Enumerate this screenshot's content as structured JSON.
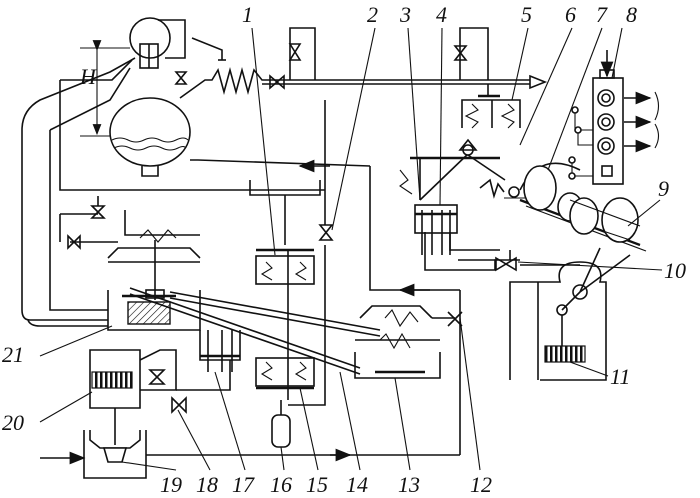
{
  "diagram": {
    "callouts": [
      "1",
      "2",
      "3",
      "4",
      "5",
      "6",
      "7",
      "8",
      "9",
      "10",
      "11",
      "12",
      "13",
      "14",
      "15",
      "16",
      "17",
      "18",
      "19",
      "20",
      "21"
    ],
    "height_label": "H"
  }
}
